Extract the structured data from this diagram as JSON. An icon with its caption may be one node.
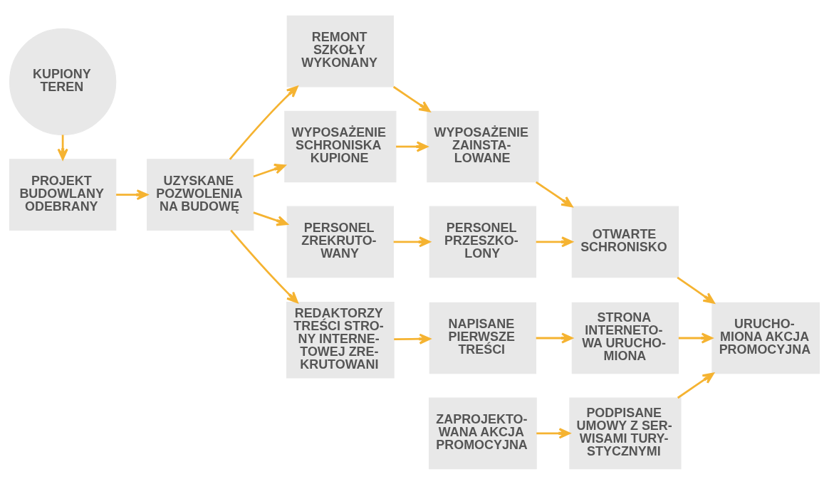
{
  "diagram": {
    "nodes": [
      {
        "text": [
          "PROJEKT BUDOWLANY ODEBRANY"
        ]
      },
      {
        "text": [
          "UZYSKANE POZWOLENIA NA BUDOWĘ"
        ]
      },
      {
        "text": [
          "REMONT SZKOŁY WYKONANY"
        ]
      },
      {
        "text": [
          "KUPIONY TEREN"
        ]
      },
      {
        "text": [
          "WYPOSAŻENIE SCHRONISKA KUPIONE"
        ]
      },
      {
        "text": [
          "WYPOSAŻENIE ZAINSTA- LOWANE"
        ]
      },
      {
        "text": [
          "OTWARTE SCHRONISKO"
        ]
      },
      {
        "text": [
          "PERSONEL ZREKRUTO- WANY"
        ]
      },
      {
        "text": [
          "PERSONEL PRZESZKO- LONY"
        ]
      },
      {
        "text": [
          "REDAKTORZY TREŚCI STRO- NY INTERNE- TOWEJ ZRE- KRUTOWANI"
        ]
      },
      {
        "text": [
          "NAPISANE PIERWSZE TREŚCI"
        ]
      },
      {
        "text": [
          "STRONA INTERNETO- WA URUCHO- MIONA"
        ]
      },
      {
        "text": [
          "URUCHO- MIONA AKCJA PROMOCYJNA"
        ]
      },
      {
        "text": [
          "ZAPROJEKTO- WANA AKCJA PROMOCYJNA"
        ]
      },
      {
        "text": [
          "PODPISANE UMOWY Z SER- WISAMI TURY- STYCZNYMI"
        ]
      }
    ],
    "edges": [
      {
        "from": 3,
        "to": 0,
        "arrow": "to"
      },
      {
        "from": 0,
        "to": 1,
        "arrow": "to"
      },
      {
        "from": 1,
        "to": 2,
        "arrow": "to"
      },
      {
        "from": 1,
        "to": 4,
        "arrow": "to"
      },
      {
        "from": 1,
        "to": 7,
        "arrow": "to"
      },
      {
        "from": 1,
        "to": 9,
        "arrow": "to"
      },
      {
        "from": 2,
        "to": 5,
        "arrow": "to"
      },
      {
        "from": 4,
        "to": 5,
        "arrow": "to"
      },
      {
        "from": 5,
        "to": 6,
        "arrow": "to"
      },
      {
        "from": 7,
        "to": 8,
        "arrow": "to"
      },
      {
        "from": 8,
        "to": 6,
        "arrow": "to"
      },
      {
        "from": 6,
        "to": 12,
        "arrow": "to"
      },
      {
        "from": 9,
        "to": 10,
        "arrow": "to"
      },
      {
        "from": 10,
        "to": 11,
        "arrow": "to"
      },
      {
        "from": 11,
        "to": 12,
        "arrow": "to"
      },
      {
        "from": 13,
        "to": 14,
        "arrow": "to"
      },
      {
        "from": 14,
        "to": 12,
        "arrow": "to"
      }
    ]
  }
}
